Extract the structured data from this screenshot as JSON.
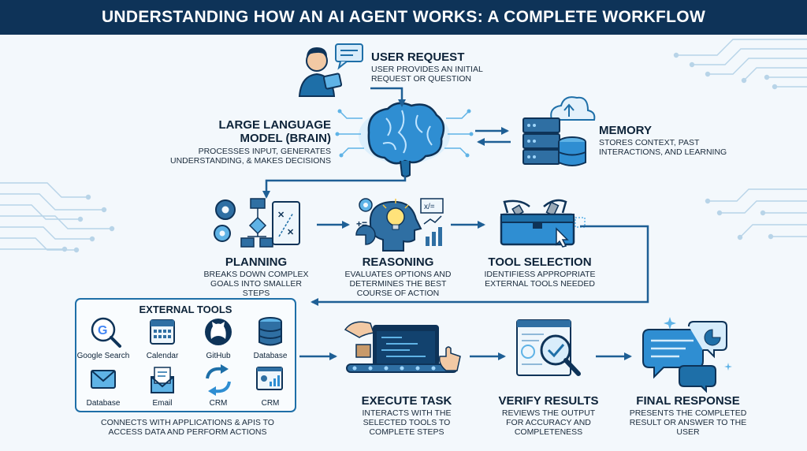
{
  "title": "UNDERSTANDING HOW AN AI AGENT WORKS: A COMPLETE WORKFLOW",
  "colors": {
    "navy": "#0e3358",
    "blue": "#1e6fa8",
    "light_blue": "#5fb3e6",
    "bg": "#f3f8fc"
  },
  "user_request": {
    "title": "USER REQUEST",
    "desc": "USER PROVIDES AN INITIAL REQUEST OR QUESTION",
    "icon": "user-chat-icon"
  },
  "llm": {
    "title": "LARGE LANGUAGE MODEL (BRAIN)",
    "desc": "PROCESSES INPUT, GENERATES UNDERSTANDING, & MAKES DECISIONS",
    "icon": "brain-icon"
  },
  "memory": {
    "title": "MEMORY",
    "desc": "STORES CONTEXT, PAST INTERACTIONS, AND LEARNING",
    "icon": "server-cloud-icon"
  },
  "planning": {
    "title": "PLANNING",
    "desc": "BREAKS DOWN COMPLEX GOALS INTO SMALLER STEPS",
    "icon": "gears-flowchart-icon"
  },
  "reasoning": {
    "title": "REASONING",
    "desc": "EVALUATES OPTIONS AND DETERMINES THE BEST COURSE OF ACTION",
    "icon": "head-lightbulb-icon"
  },
  "tool_selection": {
    "title": "TOOL SELECTION",
    "desc": "IDENTIFIESS APPROPRIATE EXTERNAL TOOLS NEEDED",
    "icon": "toolbox-icon"
  },
  "external_tools": {
    "title": "EXTERNAL TOOLS",
    "desc": "CONNECTS WITH APPLICATIONS & APIS TO ACCESS DATA AND PERFORM ACTIONS",
    "tools": [
      {
        "label": "Google Search",
        "icon": "google-search-icon"
      },
      {
        "label": "Calendar",
        "icon": "calendar-icon"
      },
      {
        "label": "GitHub",
        "icon": "github-icon"
      },
      {
        "label": "Database",
        "icon": "database-icon"
      },
      {
        "label": "Database",
        "icon": "mail-icon"
      },
      {
        "label": "Email",
        "icon": "email-icon"
      },
      {
        "label": "CRM",
        "icon": "sync-icon"
      },
      {
        "label": "CRM",
        "icon": "crm-dashboard-icon"
      }
    ]
  },
  "execute": {
    "title": "EXECUTE TASK",
    "desc": "INTERACTS WITH THE SELECTED TOOLS TO COMPLETE STEPS",
    "icon": "conveyor-icon"
  },
  "verify": {
    "title": "VERIFY RESULTS",
    "desc": "REVIEWS THE OUTPUT FOR ACCURACY AND COMPLETENESS",
    "icon": "magnifier-check-icon"
  },
  "final": {
    "title": "FINAL RESPONSE",
    "desc": "PRESENTS THE COMPLETED RESULT OR ANSWER TO THE USER",
    "icon": "chat-bubbles-icon"
  }
}
